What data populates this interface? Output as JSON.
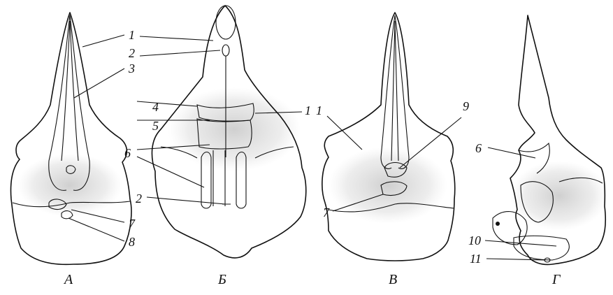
{
  "figure": {
    "panels": [
      {
        "id": "A",
        "label": "А",
        "callouts": [
          "1",
          "2",
          "3",
          "7",
          "8"
        ]
      },
      {
        "id": "B",
        "label": "Б",
        "callouts": [
          "4",
          "5",
          "6",
          "2"
        ]
      },
      {
        "id": "V",
        "label": "В",
        "callouts": [
          "1",
          "9",
          "7"
        ]
      },
      {
        "id": "G",
        "label": "Г",
        "callouts": [
          "6",
          "10",
          "11"
        ]
      }
    ]
  }
}
